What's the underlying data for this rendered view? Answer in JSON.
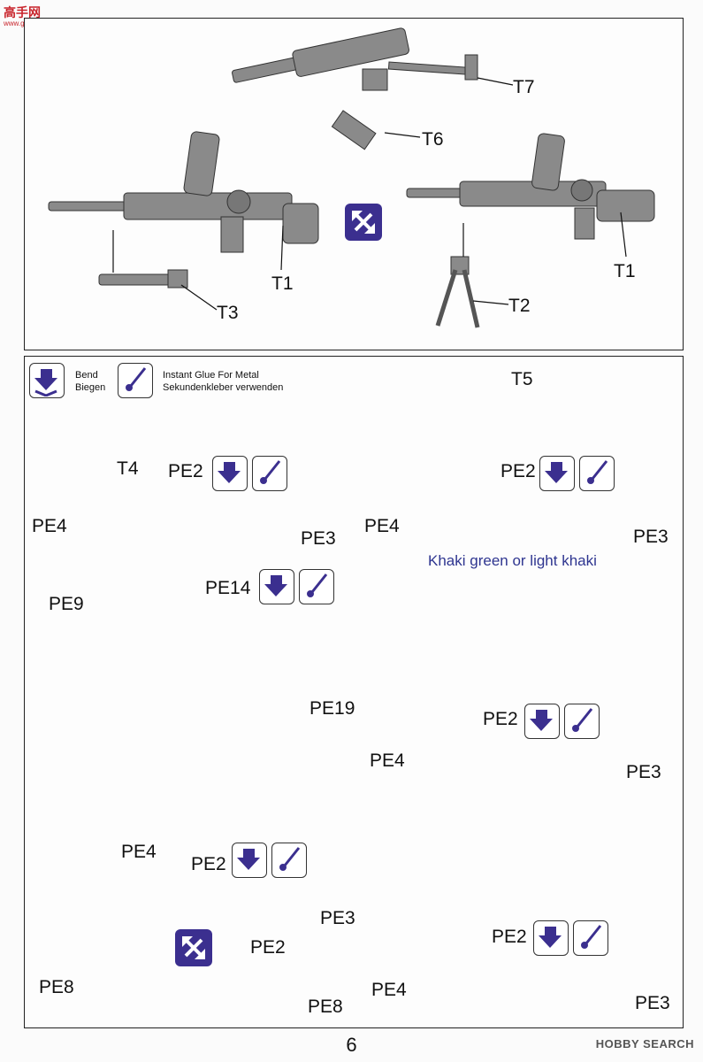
{
  "watermark": {
    "left_text": "高手网",
    "left_sub": "www.gaoshou.com",
    "right_text": "HOBBY SEARCH"
  },
  "top_labels": {
    "t7": "T7",
    "t6": "T6",
    "t1a": "T1",
    "t1b": "T1",
    "t3": "T3",
    "t2": "T2"
  },
  "legend": {
    "bend_en": "Bend",
    "bend_de": "Biegen",
    "glue_en": "Instant Glue For Metal",
    "glue_de": "Sekundenkleber verwenden"
  },
  "bottom_labels": {
    "t4": "T4",
    "t5": "T5",
    "pe2_a": "PE2",
    "pe4_a": "PE4",
    "pe3_a": "PE3",
    "pe2_b": "PE2",
    "pe4_b": "PE4",
    "pe3_b": "PE3",
    "color_note": "Khaki green or light khaki",
    "pe9": "PE9",
    "pe14": "PE14",
    "pe19": "PE19",
    "pe2_c": "PE2",
    "pe4_c": "PE4",
    "pe3_c": "PE3",
    "pe4_d": "PE4",
    "pe2_d": "PE2",
    "pe3_d": "PE3",
    "pe2_e": "PE2",
    "pe8_a": "PE8",
    "pe8_b": "PE8",
    "pe2_f": "PE2",
    "pe4_f": "PE4",
    "pe3_f": "PE3"
  },
  "page_number": "6",
  "colors": {
    "ink": "#111111",
    "gun": "#8a8a8a",
    "gun_dark": "#555555",
    "sling": "#b9b37a",
    "symbol": "#3b2f8f",
    "note": "#2e3590"
  }
}
